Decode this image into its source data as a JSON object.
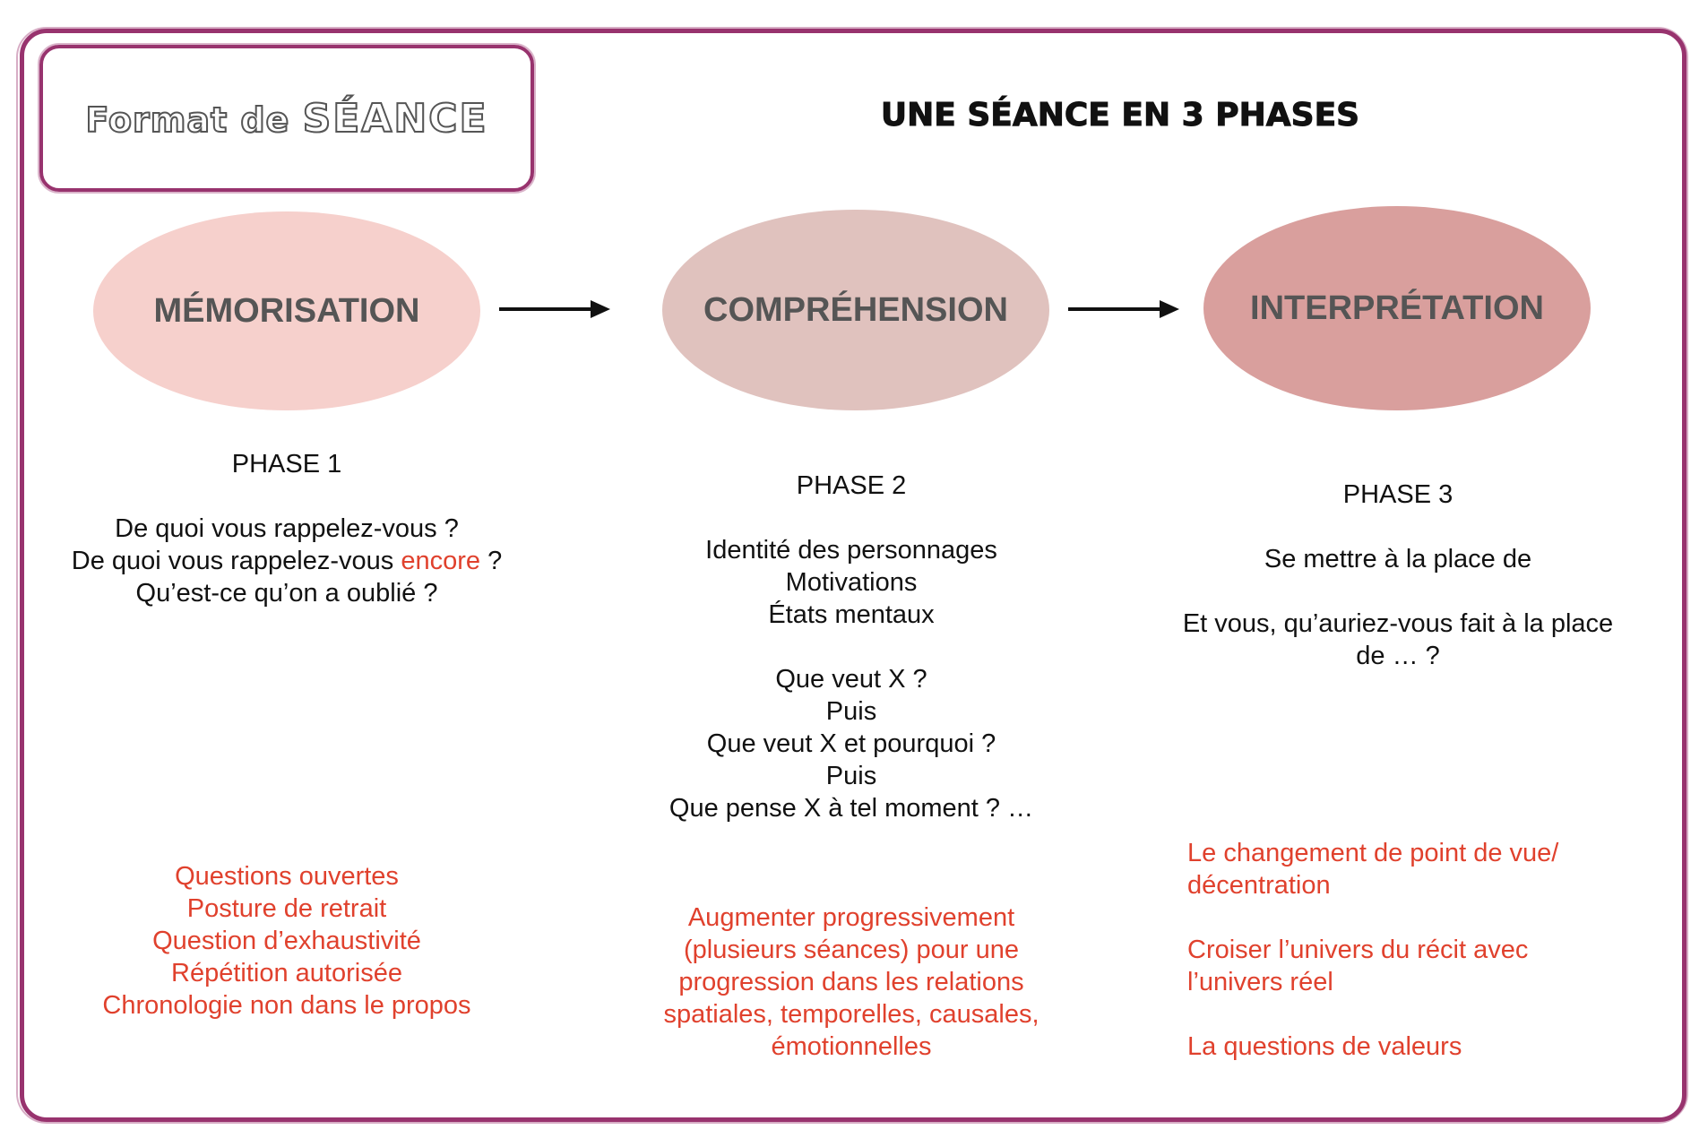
{
  "title": {
    "prefix": "Format de ",
    "emphasis": "SÉANCE"
  },
  "heading": "UNE SÉANCE EN 3 PHASES",
  "colors": {
    "frame": "#98336e",
    "accent_red": "#e0412d",
    "phase1_fill": "#f6d0cc",
    "phase2_fill": "#e0c2be",
    "phase3_fill": "#d99f9d",
    "ellipse_text": "#555555"
  },
  "phases": [
    {
      "name": "MÉMORISATION",
      "label": "PHASE 1",
      "questions": [
        "",
        "De quoi vous rappelez-vous ?",
        {
          "before": "De quoi vous rappelez-vous ",
          "highlight": "encore",
          "after": " ?"
        },
        "Qu’est-ce qu’on a oublié ?"
      ],
      "notes": [
        "Questions ouvertes",
        "Posture de retrait",
        "Question d’exhaustivité",
        "Répétition autorisée",
        "Chronologie non dans le propos"
      ]
    },
    {
      "name": "COMPRÉHENSION",
      "label": "PHASE 2",
      "questions": [
        "",
        "Identité des personnages",
        "Motivations",
        "États mentaux",
        "",
        "Que veut X ?",
        "Puis",
        "Que veut X et pourquoi ?",
        "Puis",
        "Que pense X à tel moment ? …"
      ],
      "notes": [
        "Augmenter progressivement",
        "(plusieurs séances) pour une",
        "progression dans les relations",
        "spatiales, temporelles, causales,",
        "émotionnelles"
      ]
    },
    {
      "name": "INTERPRÉTATION",
      "label": "PHASE 3",
      "questions": [
        "",
        "Se mettre à la place de",
        "",
        "Et vous, qu’auriez-vous fait à la place",
        "de … ?"
      ],
      "notes": [
        "Le changement de point de vue/",
        "décentration",
        "",
        "Croiser l’univers du récit avec",
        "l’univers réel",
        "",
        "La questions de valeurs"
      ]
    }
  ],
  "icons": {
    "arrow": "arrow-right-icon"
  }
}
